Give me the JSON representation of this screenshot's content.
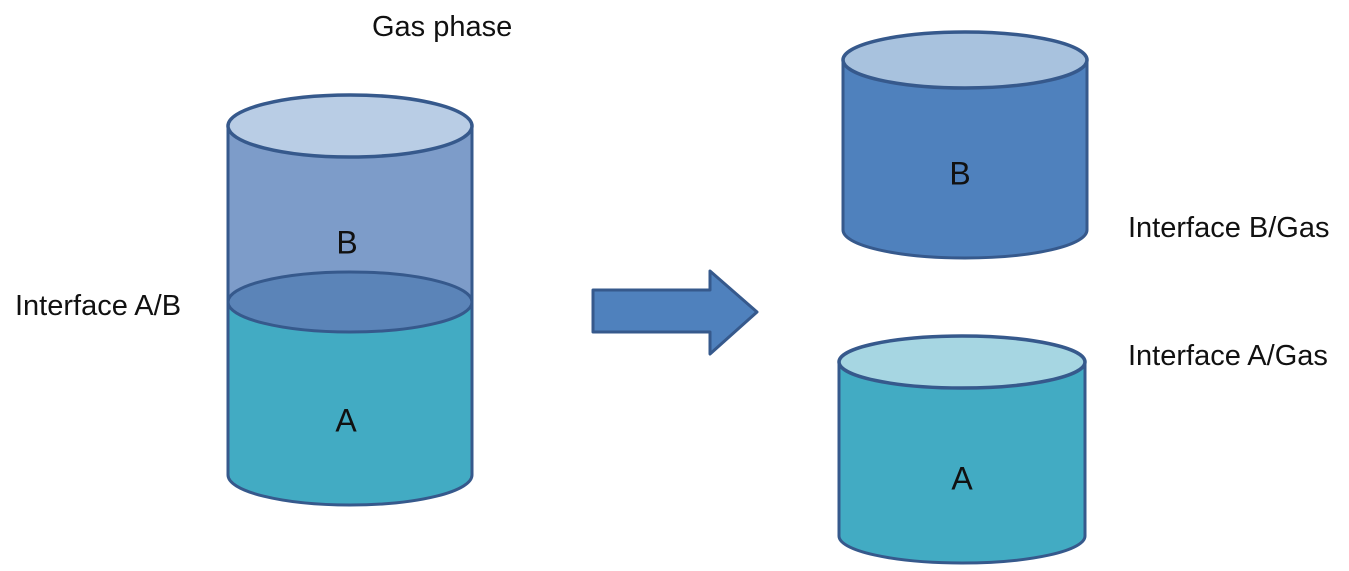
{
  "labels": {
    "gas_phase": "Gas phase",
    "interface_ab": "Interface A/B",
    "interface_b_gas": "Interface B/Gas",
    "interface_a_gas": "Interface A/Gas"
  },
  "cylinders": {
    "combined": {
      "top_phase": "B",
      "bottom_phase": "A"
    },
    "separated_b": {
      "phase": "B"
    },
    "separated_a": {
      "phase": "A"
    }
  },
  "colors": {
    "outline": "#36598c",
    "phase_b_body": "#7d9cc9",
    "phase_b_top": "#b9cde5",
    "interface_ellipse": "#5b84b8",
    "phase_a_body": "#42abc3",
    "separated_b_body": "#4f81bd",
    "separated_b_top": "#a8c2de",
    "separated_a_body": "#42abc3",
    "separated_a_top": "#a6d6e2",
    "arrow_fill": "#4f81bd",
    "text": "#111111"
  }
}
